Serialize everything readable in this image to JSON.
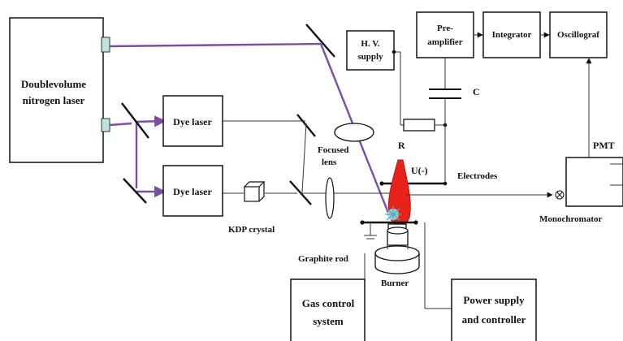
{
  "labels": {
    "nitrogen_laser_line1": "Doublevolume",
    "nitrogen_laser_line2": "nitrogen laser",
    "dye_laser_top": "Dye laser",
    "dye_laser_bottom": "Dye laser",
    "kdp": "KDP crystal",
    "hv_line1": "H. V.",
    "hv_line2": "supply",
    "preamp_line1": "Pre-",
    "preamp_line2": "amplifier",
    "integrator": "Integrator",
    "oscillograf": "Oscillograf",
    "capacitor": "C",
    "resistor": "R",
    "focused_lens_line1": "Focused",
    "focused_lens_line2": "lens",
    "voltage": "U(-)",
    "electrodes": "Electrodes",
    "pmt": "PMT",
    "monochromator": "Monochromator",
    "graphite_rod": "Graphite rod",
    "burner": "Burner",
    "gas_line1": "Gas control",
    "gas_line2": "system",
    "power_line1": "Power supply",
    "power_line2": "and controller"
  },
  "colors": {
    "laser_beam": "#7a4fa3",
    "flame": "#e8231c",
    "lines": "#111111"
  }
}
